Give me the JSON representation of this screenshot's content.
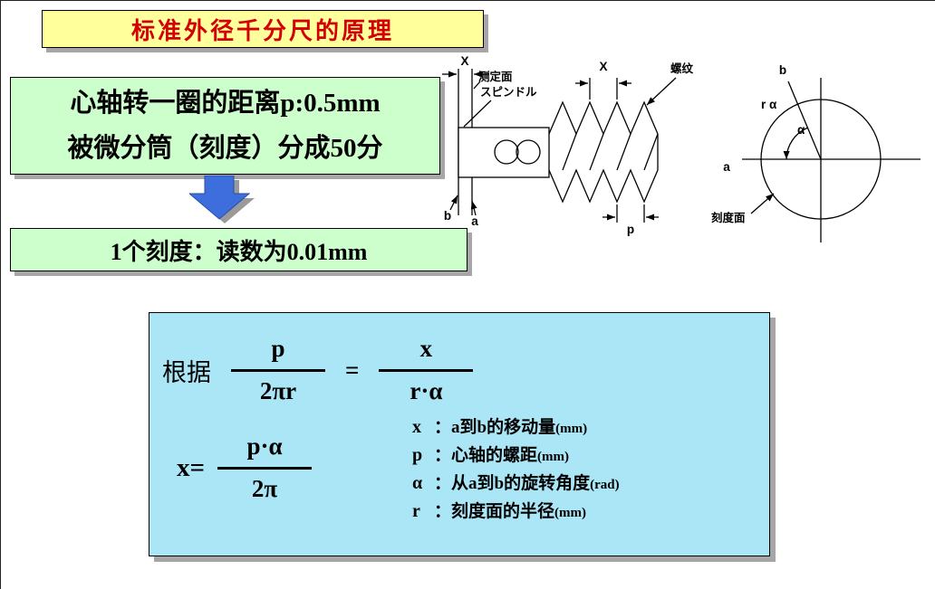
{
  "slide": {
    "title": "标准外径千分尺的原理",
    "premise": {
      "line1": "心轴转一圈的距离p:0.5mm",
      "line2": "被微分筒（刻度）分成50分"
    },
    "conclusion": "1个刻度：读数为0.01mm"
  },
  "diagram": {
    "labels": {
      "x_face": "X",
      "measuring_face": "测定面",
      "spindle": "スピンドル",
      "x_pitch": "X",
      "thread": "螺纹",
      "b_shaft": "b",
      "a_shaft": "a",
      "p_pitch": "p",
      "b_circle": "b",
      "r_alpha": "r α",
      "alpha": "α",
      "a_circle": "a",
      "scale_face": "刻度面"
    }
  },
  "formula": {
    "prefix": "根据",
    "eq1": {
      "num1": "p",
      "den1": "2πr",
      "equals": "=",
      "num2": "x",
      "den2": "r·α"
    },
    "eq2": {
      "lhs": "x=",
      "num": "p·α",
      "den": "2π"
    },
    "defs": [
      {
        "symbol": "x",
        "desc": "：a到b的移动量",
        "unit": "(mm)"
      },
      {
        "symbol": "p",
        "desc": "：心轴的螺距",
        "unit": "(mm)"
      },
      {
        "symbol": "α",
        "desc": "：从a到b的旋转角度",
        "unit": "(rad)"
      },
      {
        "symbol": "r",
        "desc": "：刻度面的半径",
        "unit": "(mm)"
      }
    ]
  },
  "colors": {
    "title_bg": "#FFFF9C",
    "title_text": "#D40000",
    "green_box_bg": "#CCFFCC",
    "formula_box_bg": "#ABE6F7",
    "arrow_blue": "#3E6EDE",
    "shadow_gray": "#A6A6A6",
    "text_black": "#000000"
  }
}
